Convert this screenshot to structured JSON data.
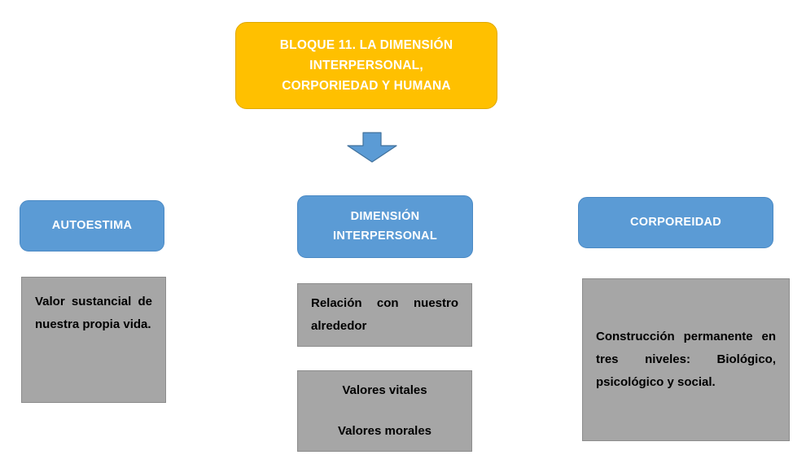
{
  "diagram": {
    "title_box": {
      "lines": [
        "BLOQUE 11.  LA DIMENSIÓN",
        "INTERPERSONAL,",
        "CORPORIEDAD Y HUMANA"
      ],
      "fill_color": "#FFC000",
      "text_color": "#FFFFFF"
    },
    "connector": {
      "icon": "down-arrow-icon",
      "fill_color": "#5B9BD5",
      "border_color": "#41719C"
    },
    "columns": [
      {
        "header": {
          "lines": [
            "AUTOESTIMA"
          ],
          "fill_color": "#5B9BD5",
          "text_color": "#FFFFFF"
        },
        "boxes": [
          {
            "paragraphs": [
              "Valor sustancial de nuestra propia vida."
            ],
            "align": "justify",
            "fill_color": "#A6A6A6",
            "text_color": "#000000"
          }
        ]
      },
      {
        "header": {
          "lines": [
            "DIMENSIÓN",
            "INTERPERSONAL"
          ],
          "fill_color": "#5B9BD5",
          "text_color": "#FFFFFF"
        },
        "boxes": [
          {
            "paragraphs": [
              "Relación con nuestro alrededor"
            ],
            "align": "justify",
            "fill_color": "#A6A6A6",
            "text_color": "#000000"
          },
          {
            "paragraphs": [
              "Valores vitales",
              "Valores morales"
            ],
            "align": "center",
            "fill_color": "#A6A6A6",
            "text_color": "#000000"
          }
        ]
      },
      {
        "header": {
          "lines": [
            "CORPOREIDAD"
          ],
          "fill_color": "#5B9BD5",
          "text_color": "#FFFFFF"
        },
        "boxes": [
          {
            "paragraphs": [
              "Construcción permanente en tres niveles: Biológico, psicológico y social."
            ],
            "align": "justify",
            "fill_color": "#A6A6A6",
            "text_color": "#000000"
          }
        ]
      }
    ]
  }
}
